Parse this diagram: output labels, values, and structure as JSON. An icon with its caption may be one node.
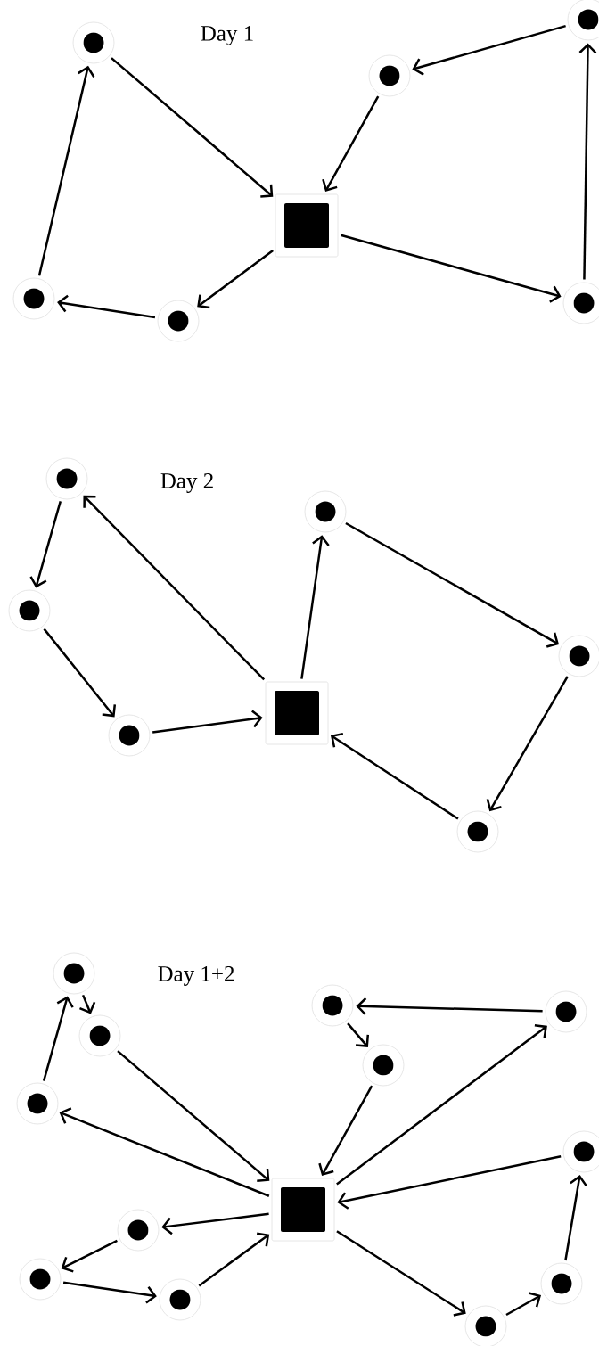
{
  "diagram": {
    "nodes": [
      {
        "text": [],
        "shape": "box"
      },
      {
        "text": [],
        "shape": "circle"
      },
      {
        "text": [],
        "shape": "circle"
      },
      {
        "text": [],
        "shape": "circle"
      },
      {
        "text": [],
        "shape": "circle"
      },
      {
        "text": [],
        "shape": "circle"
      },
      {
        "text": [],
        "shape": "circle"
      },
      {
        "text": [],
        "shape": "box"
      },
      {
        "text": [],
        "shape": "circle"
      },
      {
        "text": [],
        "shape": "circle"
      },
      {
        "text": [],
        "shape": "circle"
      },
      {
        "text": [],
        "shape": "circle"
      },
      {
        "text": [],
        "shape": "circle"
      },
      {
        "text": [],
        "shape": "circle"
      },
      {
        "text": [],
        "shape": "box"
      },
      {
        "text": [],
        "shape": "circle"
      },
      {
        "text": [],
        "shape": "circle"
      },
      {
        "text": [],
        "shape": "circle"
      },
      {
        "text": [],
        "shape": "circle"
      },
      {
        "text": [],
        "shape": "circle"
      },
      {
        "text": [],
        "shape": "circle"
      },
      {
        "text": [],
        "shape": "circle"
      },
      {
        "text": [],
        "shape": "circle"
      },
      {
        "text": [],
        "shape": "circle"
      },
      {
        "text": [],
        "shape": "circle"
      },
      {
        "text": [],
        "shape": "circle"
      },
      {
        "text": [],
        "shape": "circle"
      }
    ],
    "edges": [
      {
        "from": 1,
        "to": 0,
        "arrow": "to"
      },
      {
        "from": 2,
        "to": 0,
        "arrow": "to"
      },
      {
        "from": 3,
        "to": 2,
        "arrow": "to"
      },
      {
        "from": 6,
        "to": 3,
        "arrow": "to"
      },
      {
        "from": 0,
        "to": 6,
        "arrow": "to"
      },
      {
        "from": 0,
        "to": 5,
        "arrow": "to"
      },
      {
        "from": 5,
        "to": 4,
        "arrow": "to"
      },
      {
        "from": 4,
        "to": 1,
        "arrow": "to"
      },
      {
        "from": 8,
        "to": 10,
        "arrow": "to"
      },
      {
        "from": 10,
        "to": 11,
        "arrow": "to"
      },
      {
        "from": 11,
        "to": 7,
        "arrow": "to"
      },
      {
        "from": 7,
        "to": 8,
        "arrow": "to"
      },
      {
        "from": 7,
        "to": 9,
        "arrow": "to"
      },
      {
        "from": 9,
        "to": 12,
        "arrow": "to"
      },
      {
        "from": 12,
        "to": 13,
        "arrow": "to"
      },
      {
        "from": 13,
        "to": 7,
        "arrow": "to"
      },
      {
        "from": 20,
        "to": 15,
        "arrow": "to"
      },
      {
        "from": 15,
        "to": 16,
        "arrow": "to"
      },
      {
        "from": 16,
        "to": 14,
        "arrow": "to"
      },
      {
        "from": 14,
        "to": 20,
        "arrow": "to"
      },
      {
        "from": 18,
        "to": 17,
        "arrow": "to"
      },
      {
        "from": 17,
        "to": 19,
        "arrow": "to"
      },
      {
        "from": 19,
        "to": 14,
        "arrow": "to"
      },
      {
        "from": 14,
        "to": 18,
        "arrow": "to"
      },
      {
        "from": 21,
        "to": 14,
        "arrow": "to"
      },
      {
        "from": 14,
        "to": 26,
        "arrow": "to"
      },
      {
        "from": 26,
        "to": 25,
        "arrow": "to"
      },
      {
        "from": 25,
        "to": 21,
        "arrow": "to"
      },
      {
        "from": 14,
        "to": 22,
        "arrow": "to"
      },
      {
        "from": 22,
        "to": 23,
        "arrow": "to"
      },
      {
        "from": 23,
        "to": 24,
        "arrow": "to"
      },
      {
        "from": 24,
        "to": 14,
        "arrow": "to"
      }
    ],
    "labels": [
      "Day 1",
      "Day 2",
      "Day 1+2"
    ]
  }
}
